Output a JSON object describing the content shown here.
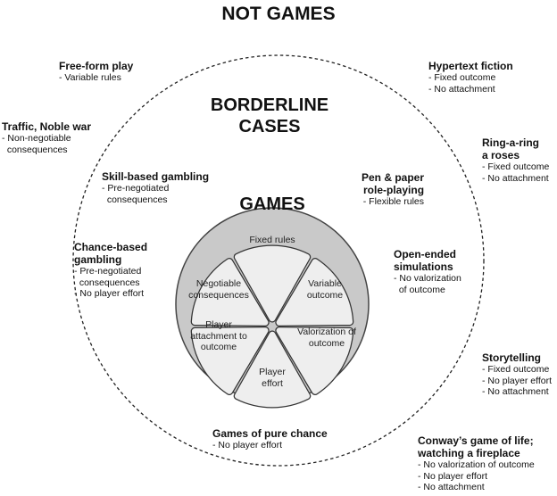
{
  "headings": {
    "not_games": "NOT GAMES",
    "borderline": [
      "BORDERLINE",
      "CASES"
    ],
    "games": "GAMES"
  },
  "wedges": [
    [
      "Fixed rules"
    ],
    [
      "Variable",
      "outcome"
    ],
    [
      "Valorization of",
      "outcome"
    ],
    [
      "Player",
      "effort"
    ],
    [
      "Player",
      "attachment to",
      "outcome"
    ],
    [
      "Negotiable",
      "consequences"
    ]
  ],
  "not_games": [
    {
      "title": [
        "Free-form play"
      ],
      "details": [
        "- Variable rules"
      ]
    },
    {
      "title": [
        "Hypertext fiction"
      ],
      "details": [
        "- Fixed outcome",
        "- No attachment"
      ]
    },
    {
      "title": [
        "Traffic, Noble war"
      ],
      "details": [
        "- Non-negotiable",
        "  consequences"
      ]
    },
    {
      "title": [
        "Ring-a-ring",
        "a roses"
      ],
      "details": [
        "- Fixed outcome",
        "- No attachment"
      ]
    },
    {
      "title": [
        "Storytelling"
      ],
      "details": [
        "- Fixed outcome",
        "- No player effort",
        "- No attachment"
      ]
    },
    {
      "title": [
        "Conway’s game of life;",
        "watching a fireplace"
      ],
      "details": [
        "- No valorization of outcome",
        "- No player effort",
        "- No attachment"
      ]
    }
  ],
  "borderline": [
    {
      "title": [
        "Skill-based gambling"
      ],
      "details": [
        "- Pre-negotiated",
        "  consequences"
      ]
    },
    {
      "title": [
        "Pen & paper",
        "role-playing"
      ],
      "details": [
        "- Flexible rules"
      ]
    },
    {
      "title": [
        "Chance-based",
        "gambling"
      ],
      "details": [
        "- Pre-negotiated",
        "  consequences",
        "- No player effort"
      ]
    },
    {
      "title": [
        "Open-ended",
        "simulations"
      ],
      "details": [
        "- No valorization",
        "  of outcome"
      ]
    },
    {
      "title": [
        "Games of pure chance"
      ],
      "details": [
        "- No player effort"
      ]
    }
  ],
  "colors": {
    "outer_dash": "#222222",
    "games_circle_fill": "#c9c9c9",
    "games_circle_stroke": "#444444",
    "wedge_fill": "#eeeeee",
    "wedge_stroke": "#333333",
    "text": "#111111"
  }
}
